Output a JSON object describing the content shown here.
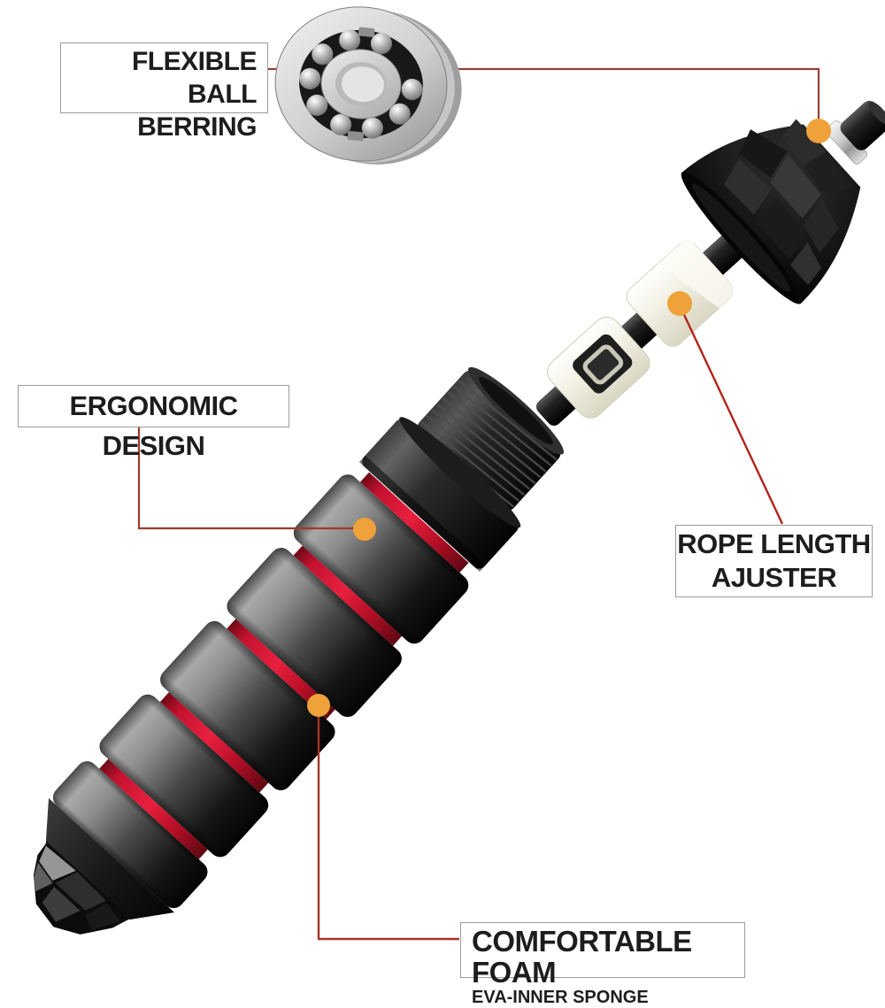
{
  "callouts": {
    "bearing": {
      "line1": "FLEXIBLE BALL",
      "line2": "BERRING"
    },
    "ergonomic": {
      "text": "ERGONOMIC DESIGN"
    },
    "adjuster": {
      "line1": "ROPE LENGTH",
      "line2": "AJUSTER"
    },
    "foam": {
      "title": "COMFORTABLE FOAM",
      "subtitle": "EVA-INNER SPONGE"
    }
  },
  "colors": {
    "background": "#ffffff",
    "accent_dot": "#efa239",
    "leader_dark": "#96423a",
    "leader_mid": "#9c3a2c",
    "leader_bright": "#b3231d",
    "leader_foam": "#a83226",
    "stripe_red": "#d51430",
    "label_text": "#1d1d1d",
    "label_border": "#9c9c9c"
  }
}
